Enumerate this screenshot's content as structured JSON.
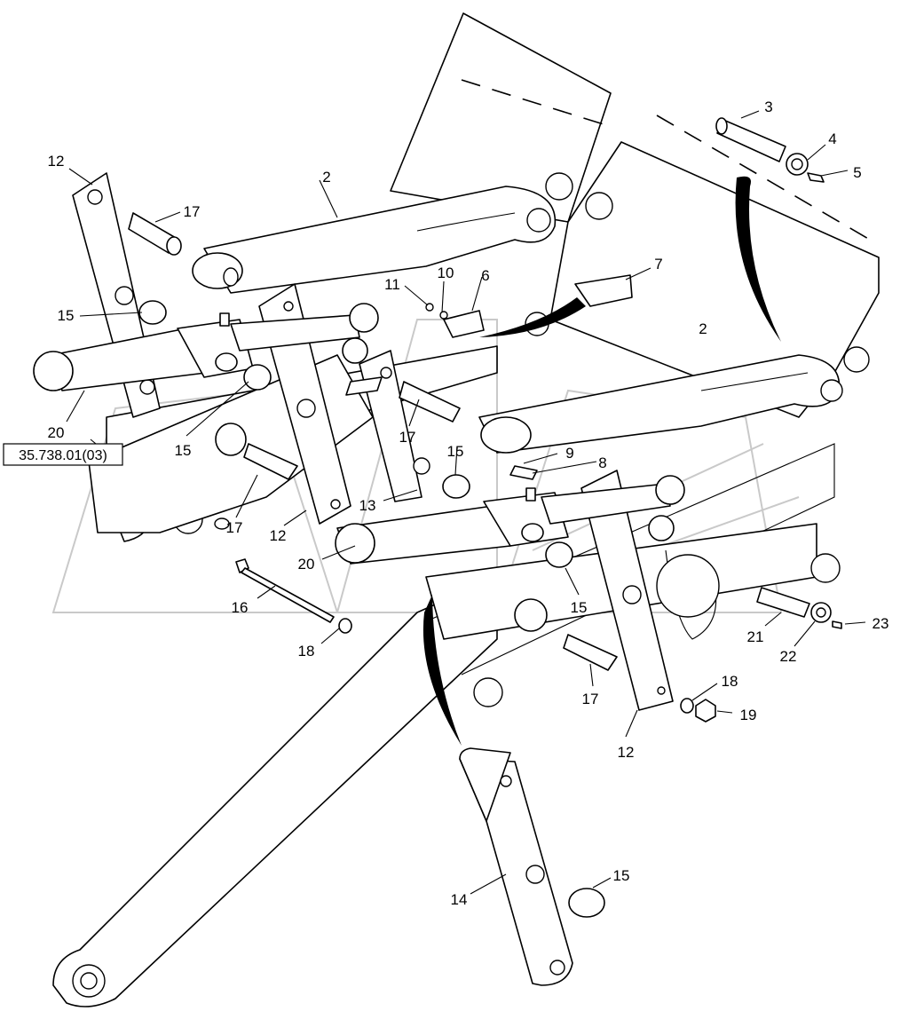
{
  "reference": {
    "text": "35.738.01(03)"
  },
  "corner_mark": "",
  "callouts": [
    {
      "id": "c1",
      "label": "2"
    },
    {
      "id": "c2",
      "label": "2"
    },
    {
      "id": "c3",
      "label": "3"
    },
    {
      "id": "c4",
      "label": "4"
    },
    {
      "id": "c5",
      "label": "5"
    },
    {
      "id": "c6",
      "label": "6"
    },
    {
      "id": "c7",
      "label": "7"
    },
    {
      "id": "c8",
      "label": "8"
    },
    {
      "id": "c9",
      "label": "9"
    },
    {
      "id": "c10",
      "label": "10"
    },
    {
      "id": "c11",
      "label": "11"
    },
    {
      "id": "c12a",
      "label": "12"
    },
    {
      "id": "c12b",
      "label": "12"
    },
    {
      "id": "c12c",
      "label": "12"
    },
    {
      "id": "c13",
      "label": "13"
    },
    {
      "id": "c14",
      "label": "14"
    },
    {
      "id": "c15a",
      "label": "15"
    },
    {
      "id": "c15b",
      "label": "15"
    },
    {
      "id": "c15c",
      "label": "15"
    },
    {
      "id": "c15d",
      "label": "15"
    },
    {
      "id": "c15e",
      "label": "15"
    },
    {
      "id": "c16",
      "label": "16"
    },
    {
      "id": "c17a",
      "label": "17"
    },
    {
      "id": "c17b",
      "label": "17"
    },
    {
      "id": "c17c",
      "label": "17"
    },
    {
      "id": "c17d",
      "label": "17"
    },
    {
      "id": "c18a",
      "label": "18"
    },
    {
      "id": "c18b",
      "label": "18"
    },
    {
      "id": "c19",
      "label": "19"
    },
    {
      "id": "c20a",
      "label": "20"
    },
    {
      "id": "c20b",
      "label": "20"
    },
    {
      "id": "c21",
      "label": "21"
    },
    {
      "id": "c22",
      "label": "22"
    },
    {
      "id": "c23",
      "label": "23"
    }
  ]
}
